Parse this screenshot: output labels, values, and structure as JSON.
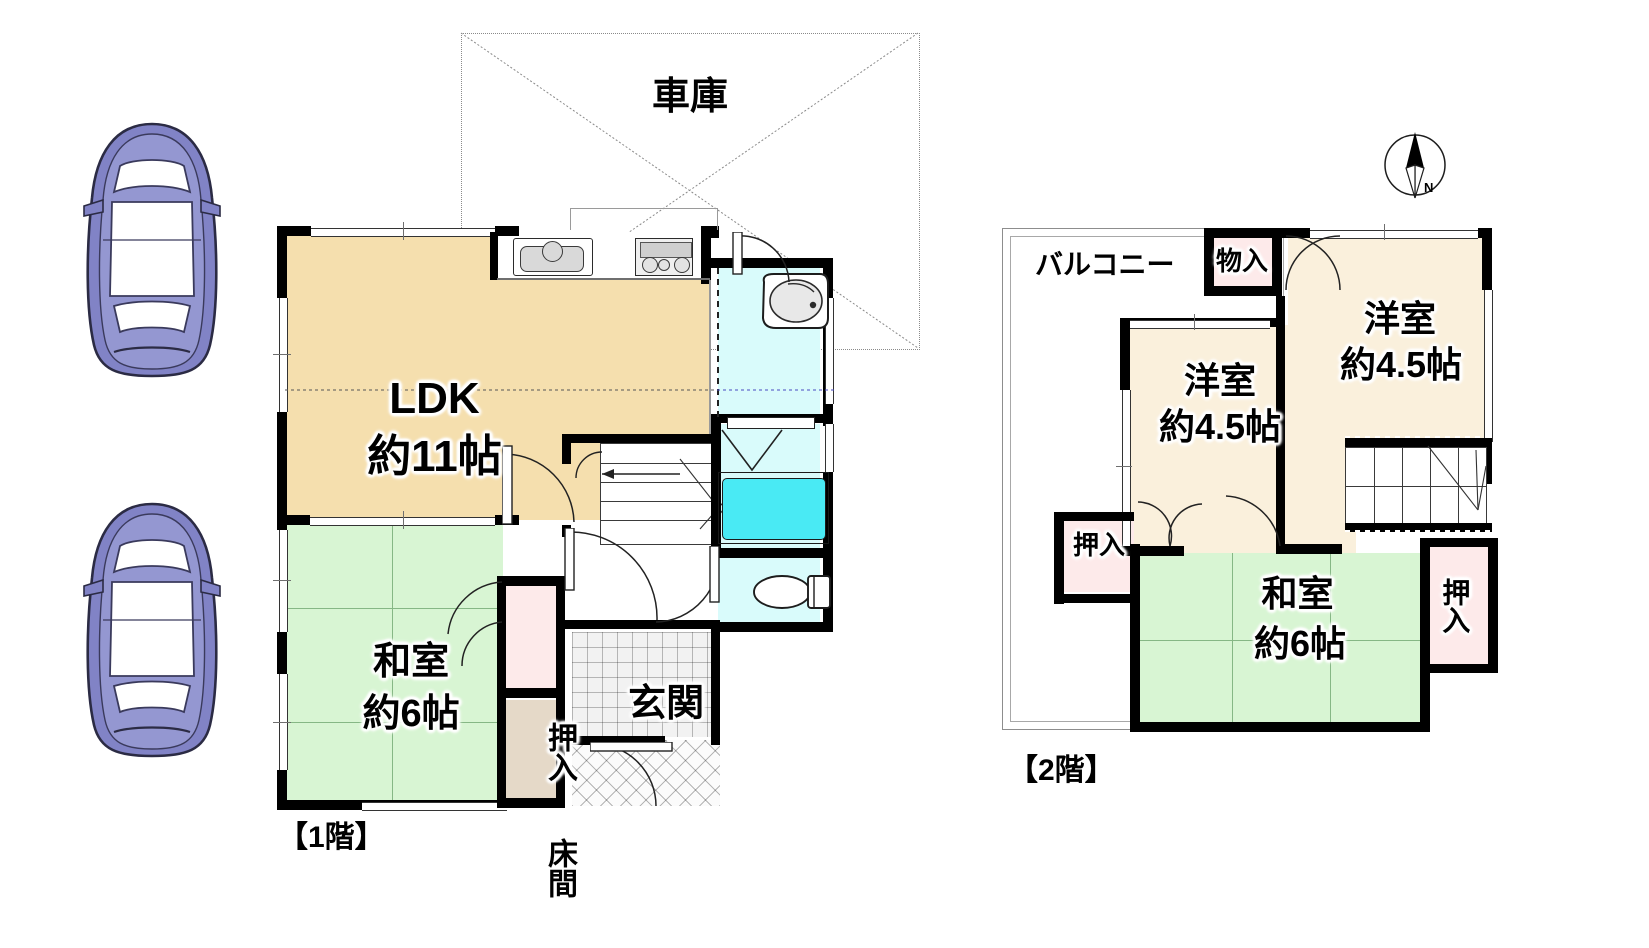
{
  "document": {
    "type": "floor-plan",
    "language": "ja",
    "title": "間取り図"
  },
  "floor1": {
    "caption": "【1階】",
    "garage": {
      "label": "車庫"
    },
    "rooms": [
      {
        "name": "ldk",
        "label": "LDK",
        "size": "約11帖",
        "kind": "ldk"
      },
      {
        "name": "washitsu-1f",
        "label": "和室",
        "size": "約6帖",
        "kind": "tatami"
      },
      {
        "name": "entrance",
        "label": "玄関",
        "size": "",
        "kind": "tile"
      },
      {
        "name": "closet-1f",
        "label": "押入",
        "size": "",
        "kind": "closet"
      },
      {
        "name": "tokonoma",
        "label": "床間",
        "size": "",
        "kind": "alcove"
      }
    ],
    "fixtures": [
      {
        "name": "kitchen-sink",
        "label": "sink-icon"
      },
      {
        "name": "gas-stove",
        "label": "stove-icon"
      },
      {
        "name": "wash-basin",
        "label": "washbasin-icon"
      },
      {
        "name": "bath-tub",
        "label": "bathtub-icon"
      },
      {
        "name": "toilet",
        "label": "toilet-icon"
      },
      {
        "name": "staircase",
        "label": "stairs-icon"
      }
    ]
  },
  "floor2": {
    "caption": "【2階】",
    "rooms": [
      {
        "name": "balcony",
        "label": "バルコニー",
        "size": "",
        "kind": "balcony"
      },
      {
        "name": "storage-2f",
        "label": "物入",
        "size": "",
        "kind": "closet"
      },
      {
        "name": "yoshitsu-left",
        "label": "洋室",
        "size": "約4.5帖",
        "kind": "western"
      },
      {
        "name": "yoshitsu-right",
        "label": "洋室",
        "size": "約4.5帖",
        "kind": "western"
      },
      {
        "name": "washitsu-2f",
        "label": "和室",
        "size": "約6帖",
        "kind": "tatami"
      },
      {
        "name": "closet-2f-left",
        "label": "押入",
        "size": "",
        "kind": "closet"
      },
      {
        "name": "closet-2f-right",
        "label": "押入",
        "size": "",
        "kind": "closet"
      }
    ],
    "fixtures": [
      {
        "name": "staircase",
        "label": "stairs-icon"
      }
    ]
  },
  "compass": {
    "label": "N",
    "name": "north-arrow"
  },
  "parking": [
    {
      "name": "car-top",
      "label": "car-icon"
    },
    {
      "name": "car-bottom",
      "label": "car-icon"
    }
  ],
  "colors": {
    "ldk": "#f5dfae",
    "tatami": "#d8f5d3",
    "western": "#faf0dc",
    "closet": "#fdeaea",
    "water": "#d9fbfb",
    "tub": "#49eaf4",
    "tile": "#f3f3f3",
    "alcove": "#e5d9c8",
    "car_body": "#7b7dc4",
    "wall": "#000000"
  }
}
